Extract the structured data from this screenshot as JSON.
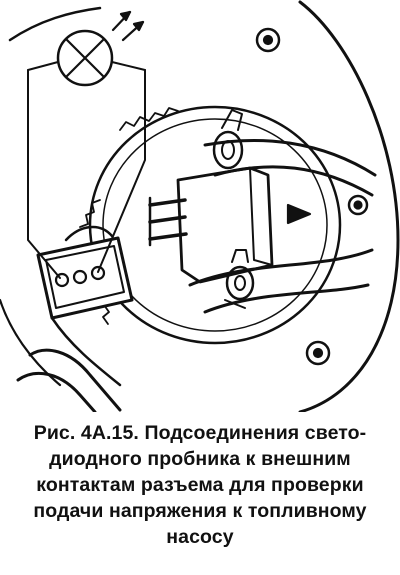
{
  "caption": {
    "lines": [
      "Рис. 4А.15. Подсоединения свето-",
      "диодного пробника к внешним",
      "контактам разъема для проверки",
      "подачи напряжения к топливному",
      "насосу"
    ]
  },
  "icons": {
    "led_probe": "led-probe-lamp-icon",
    "light_rays": "light-ray-arrows-icon",
    "direction_arrow": "direction-arrow-icon"
  },
  "colors": {
    "ink": "#111111",
    "background": "#ffffff"
  }
}
